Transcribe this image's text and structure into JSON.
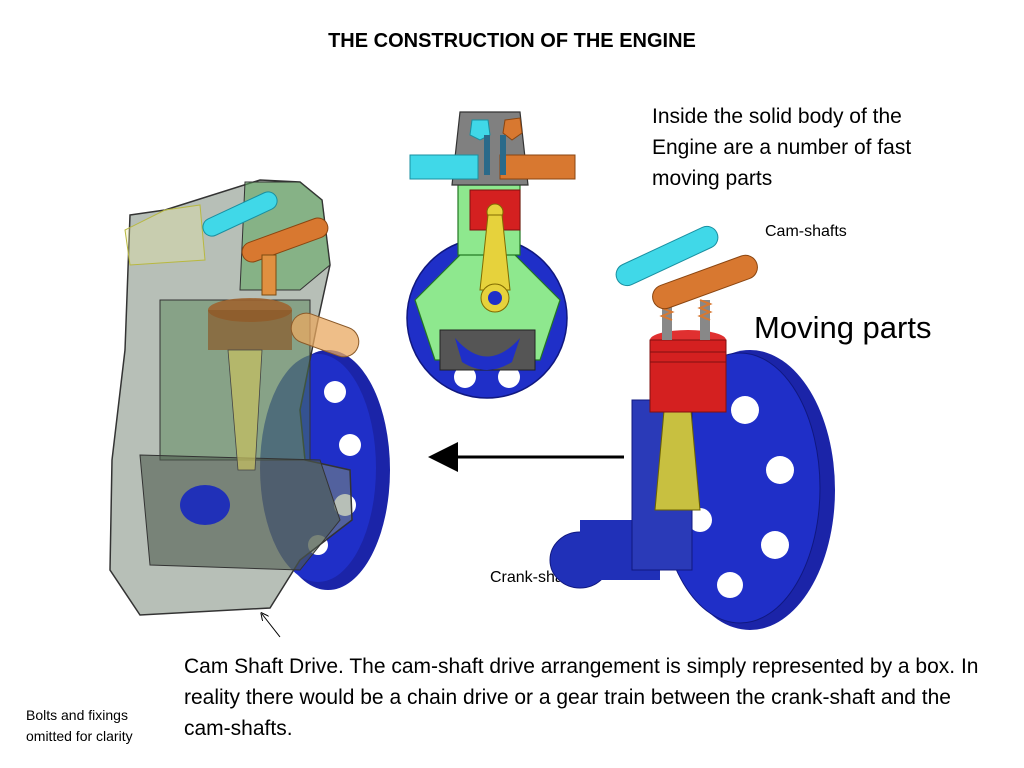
{
  "title": "THE CONSTRUCTION OF THE ENGINE",
  "annotations": {
    "inside_text": "Inside the solid body of the Engine are a number of fast moving parts",
    "cam_shafts": "Cam-shafts",
    "moving_parts": "Moving parts",
    "crank_shaft": "Crank-shaft",
    "cam_drive": "Cam Shaft Drive. The cam-shaft drive arrangement is simply represented by a box. In reality there would be a chain drive or a gear train between the crank-shaft and the cam-shafts.",
    "bolts": "Bolts and fixings omitted for clarity"
  },
  "colors": {
    "flywheel": "#1f2fc8",
    "block": "#8a9a8a",
    "piston": "#d42020",
    "conrod": "#e6d23c",
    "camshaft_cyan": "#40d8e8",
    "camshaft_orange": "#d87830",
    "section_green": "#8ee88e"
  }
}
